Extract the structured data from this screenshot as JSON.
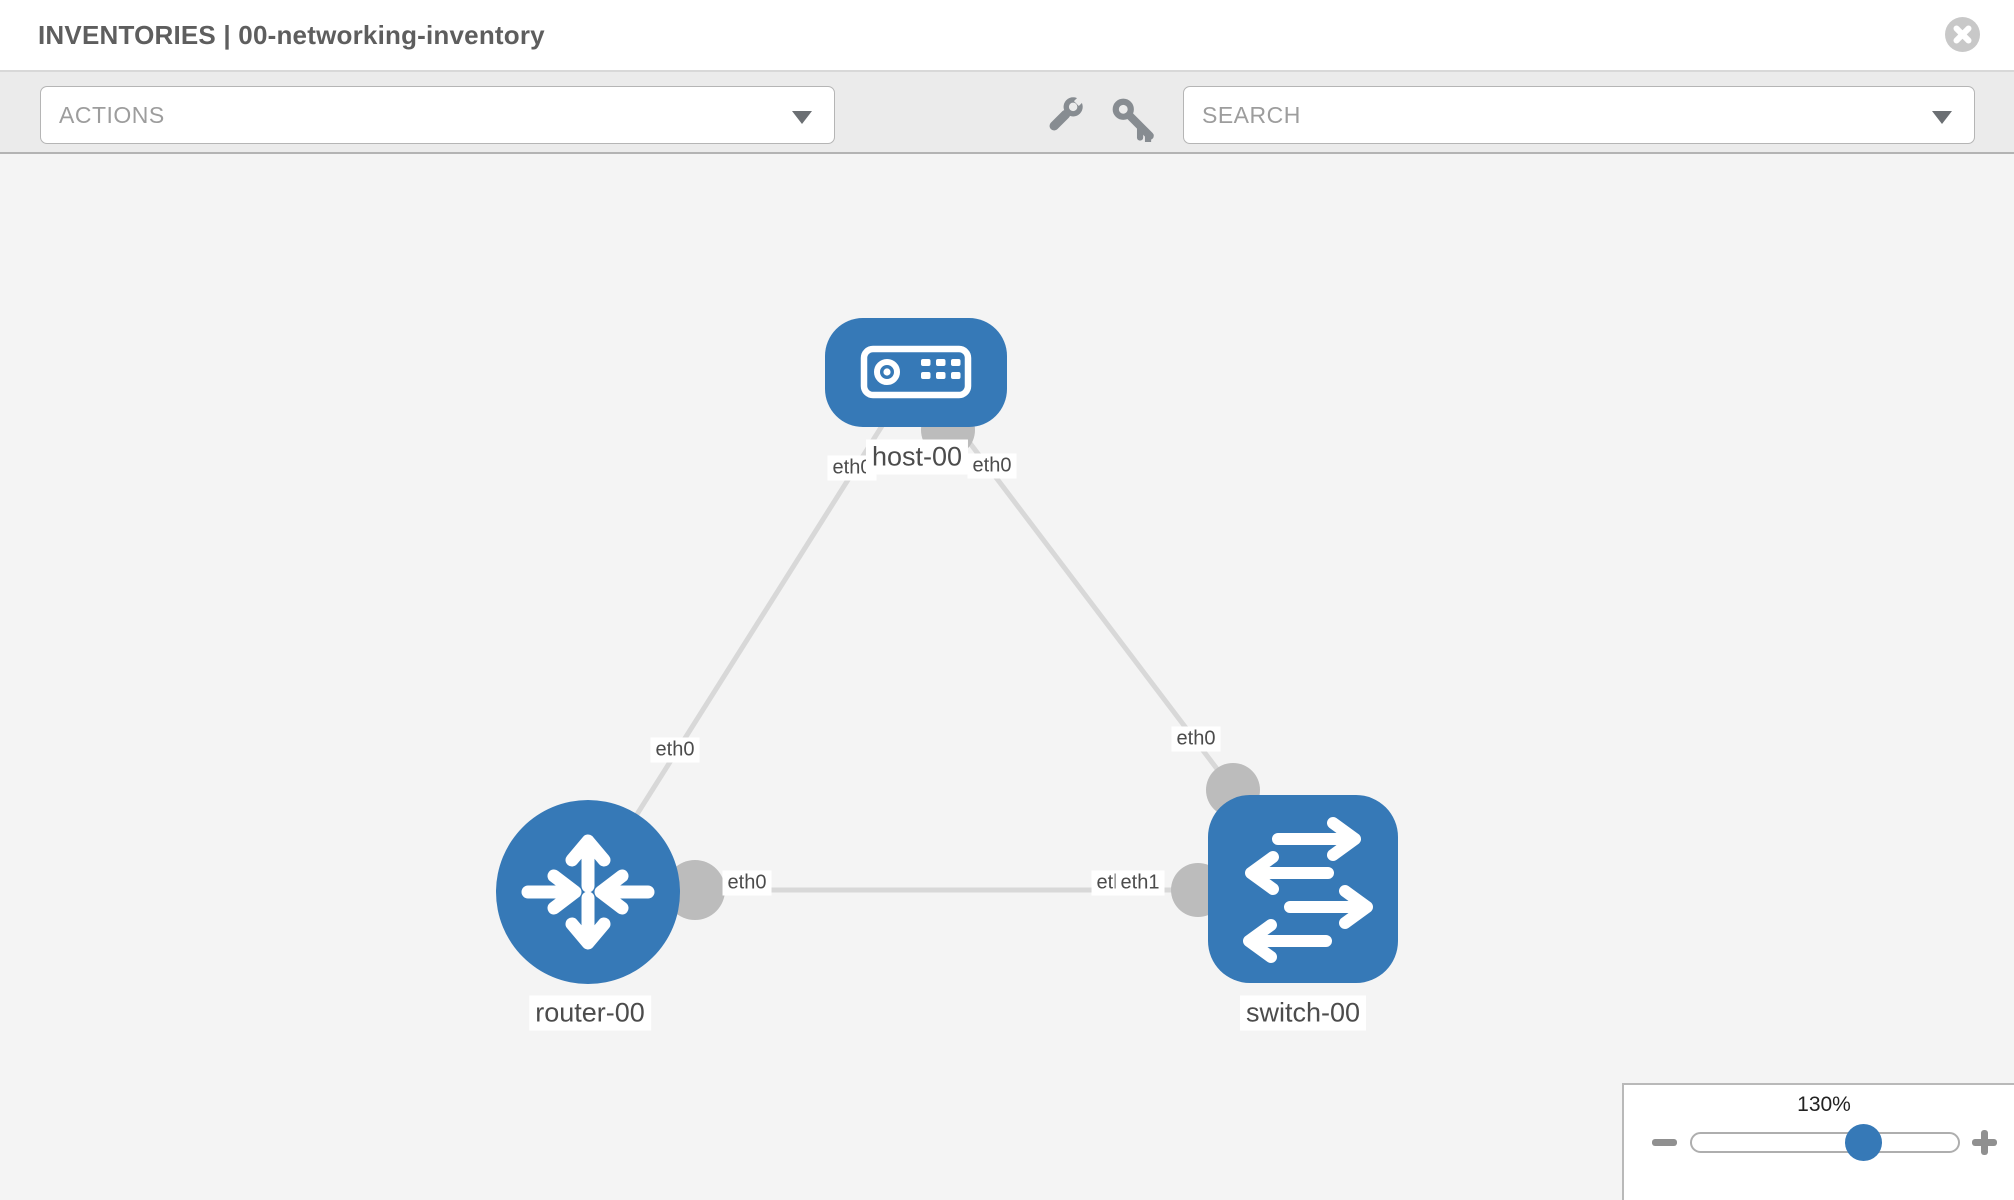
{
  "header": {
    "title": "INVENTORIES | 00-networking-inventory"
  },
  "toolbar": {
    "actions_dropdown": {
      "label": "ACTIONS"
    },
    "search_dropdown": {
      "label": "SEARCH"
    }
  },
  "icons": {
    "close": "x-circle-icon",
    "tool_left": "wrench-icon",
    "tool_right": "key-icon",
    "dropdown_caret": "chevron-down-icon",
    "zoom_out": "minus-icon",
    "zoom_in": "plus-icon"
  },
  "topology": {
    "nodes": [
      {
        "id": "host-00",
        "type": "host",
        "label": "host-00"
      },
      {
        "id": "router-00",
        "type": "router",
        "label": "router-00"
      },
      {
        "id": "switch-00",
        "type": "switch",
        "label": "switch-00"
      }
    ],
    "links": [
      {
        "source": "host-00",
        "source_interface": "eth0",
        "target": "router-00",
        "target_interface": "eth0"
      },
      {
        "source": "host-00",
        "source_interface": "eth0",
        "target": "switch-00",
        "target_interface": "eth0"
      },
      {
        "source": "router-00",
        "source_interface": "eth0",
        "target": "switch-00",
        "target_interface": "eth1",
        "target_interface_overlapped_label": "eth0"
      }
    ]
  },
  "zoom_control": {
    "level": "130%"
  },
  "colors": {
    "node_fill": "#3679b7",
    "link_stroke": "#d8d8d8",
    "interface_circle": "#bcbcbc",
    "canvas_bg": "#f4f4f4",
    "toolbar_bg": "#ebebeb",
    "slider_thumb": "#3679b7",
    "title_text": "#5e5e5e",
    "dropdown_text": "#9d9d9d"
  }
}
